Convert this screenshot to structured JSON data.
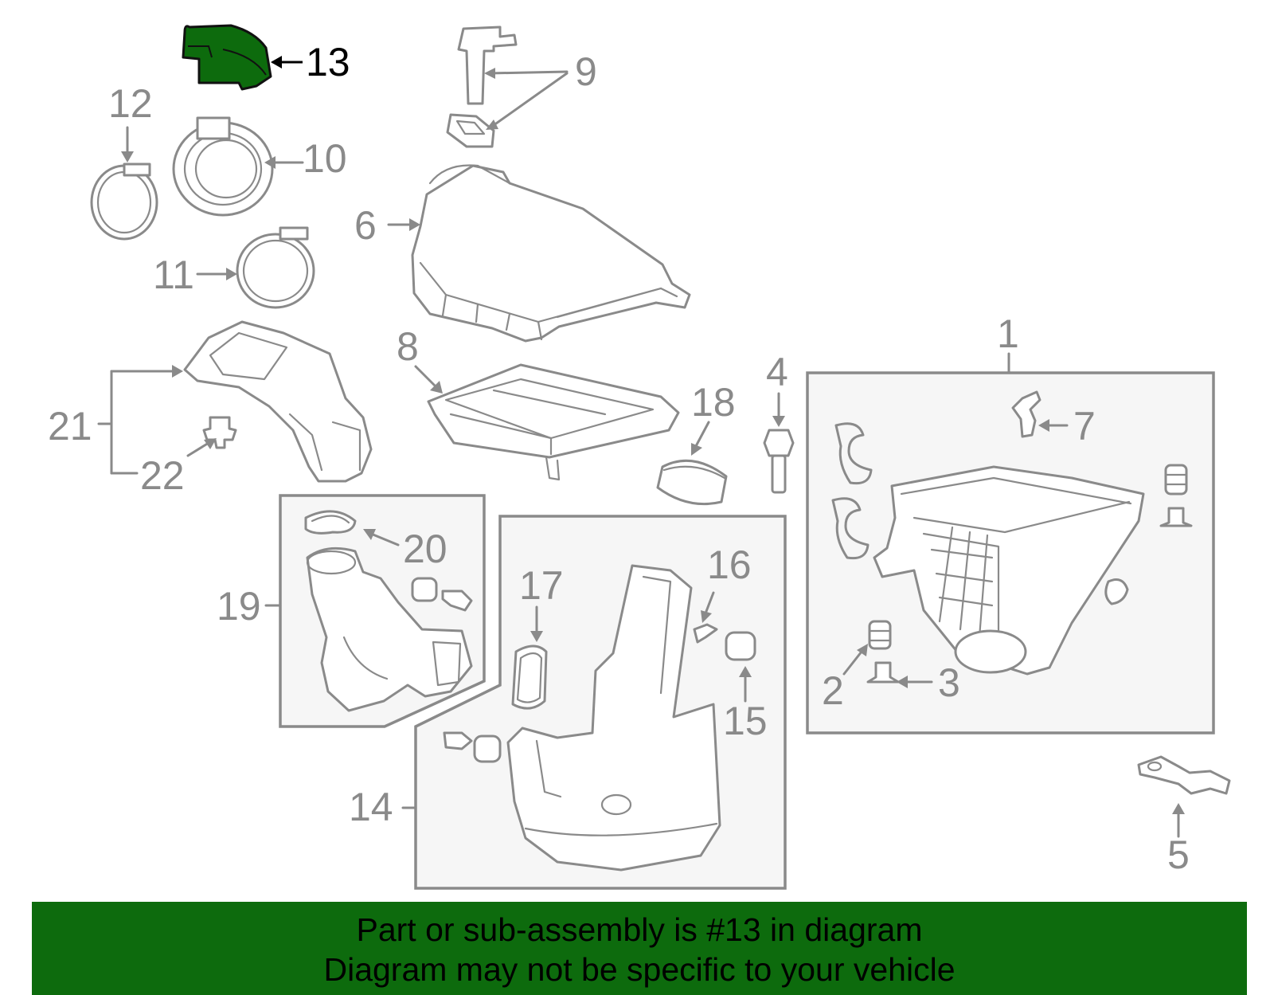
{
  "colors": {
    "highlight": "#0d6b0d",
    "line": "#8a8a8a",
    "box_fill": "#f6f6f6",
    "banner_text": "#000000"
  },
  "highlighted_part": "13",
  "callouts": {
    "n1": "1",
    "n2": "2",
    "n3": "3",
    "n4": "4",
    "n5": "5",
    "n6": "6",
    "n7": "7",
    "n8": "8",
    "n9": "9",
    "n10": "10",
    "n11": "11",
    "n12": "12",
    "n13": "13",
    "n14": "14",
    "n15": "15",
    "n16": "16",
    "n17": "17",
    "n18": "18",
    "n19": "19",
    "n20": "20",
    "n21": "21",
    "n22": "22"
  },
  "banner": {
    "line1": "Part or sub-assembly is #13 in diagram",
    "line2": "Diagram may not be specific to your vehicle"
  }
}
